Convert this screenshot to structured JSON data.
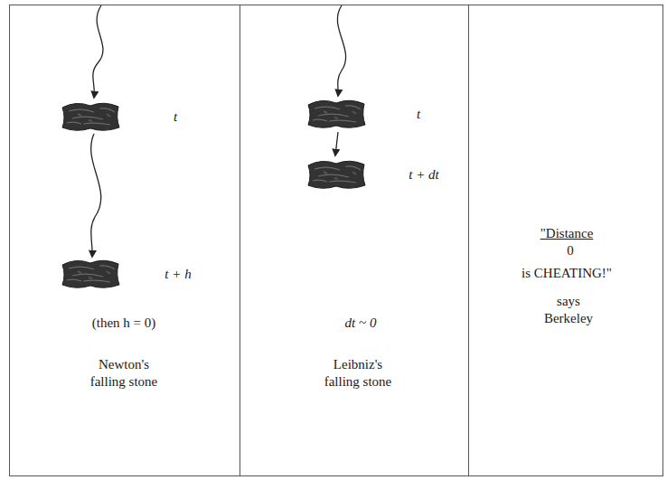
{
  "diagram": {
    "nodes": [
      {
        "text": [
          "t",
          "t + h",
          "(then h = 0)",
          "Newton's falling stone"
        ]
      },
      {
        "text": [
          "t",
          "t + dt",
          "dt ~ 0",
          "Leibniz's falling stone"
        ]
      },
      {
        "text": [
          "\"Distance",
          "0",
          "is CHEATING!\"",
          "says Berkeley"
        ]
      }
    ]
  }
}
